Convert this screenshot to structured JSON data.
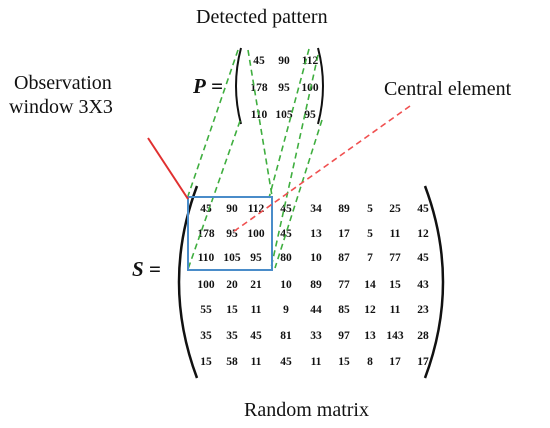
{
  "labels": {
    "detected_pattern": "Detected pattern",
    "observation_window_line1": "Observation",
    "observation_window_line2": "window 3X3",
    "central_element": "Central element",
    "random_matrix": "Random matrix"
  },
  "matrix_p": {
    "symbol": "P",
    "equals": "=",
    "rows": [
      [
        "45",
        "90",
        "112"
      ],
      [
        "178",
        "95",
        "100"
      ],
      [
        "110",
        "105",
        "95"
      ]
    ]
  },
  "matrix_s": {
    "symbol": "S",
    "equals": "=",
    "rows": [
      [
        "45",
        "90",
        "112",
        "45",
        "34",
        "89",
        "5",
        "25",
        "45"
      ],
      [
        "178",
        "95",
        "100",
        "45",
        "13",
        "17",
        "5",
        "11",
        "12"
      ],
      [
        "110",
        "105",
        "95",
        "80",
        "10",
        "87",
        "7",
        "77",
        "45"
      ],
      [
        "100",
        "20",
        "21",
        "10",
        "89",
        "77",
        "14",
        "15",
        "43"
      ],
      [
        "55",
        "15",
        "11",
        "9",
        "44",
        "85",
        "12",
        "11",
        "23"
      ],
      [
        "35",
        "35",
        "45",
        "81",
        "33",
        "97",
        "13",
        "143",
        "28"
      ],
      [
        "15",
        "58",
        "11",
        "45",
        "11",
        "15",
        "8",
        "17",
        "17"
      ]
    ]
  },
  "colors": {
    "window_box": "#4a8cc9",
    "projection_lines": "#3fae3f",
    "pointer_line": "#e03030",
    "central_pointer": "#f05050",
    "text": "#111111"
  }
}
